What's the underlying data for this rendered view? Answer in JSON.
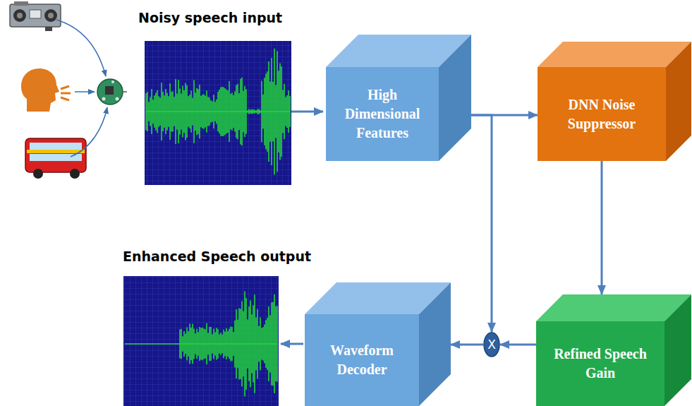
{
  "diagram": {
    "nodes": [
      {
        "text": [
          "High Dimensional Features"
        ]
      },
      {
        "text": [
          "DNN Noise Suppressor"
        ]
      },
      {
        "text": [
          "Refined Speech Gain"
        ]
      },
      {
        "text": [
          "X"
        ]
      },
      {
        "text": [
          "Waveform Decoder"
        ]
      }
    ],
    "edges": [
      {
        "from": 0,
        "to": 1,
        "arrow": "to"
      },
      {
        "from": 0,
        "to": 3,
        "arrow": "to"
      },
      {
        "from": 1,
        "to": 2,
        "arrow": "to"
      },
      {
        "from": 2,
        "to": 3,
        "arrow": "to"
      },
      {
        "from": 3,
        "to": 4,
        "arrow": "to"
      }
    ],
    "labels": [
      "Noisy speech input",
      "Enhanced Speech output"
    ]
  }
}
